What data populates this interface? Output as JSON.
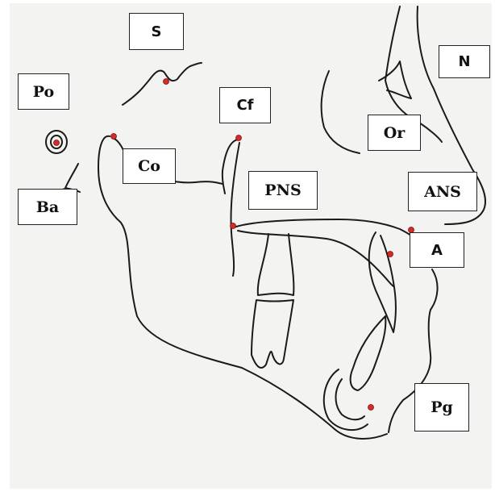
{
  "colors": {
    "paper": "#f3f3f1",
    "ink": "#1a1a1a",
    "landmark": "#d42a2a"
  },
  "landmarks": {
    "S": "S",
    "N": "N",
    "Po": "Po",
    "Cf": "Cf",
    "Or": "Or",
    "Co": "Co",
    "PNS": "PNS",
    "ANS": "ANS",
    "Ba": "Ba",
    "A": "A",
    "Pg": "Pg"
  }
}
